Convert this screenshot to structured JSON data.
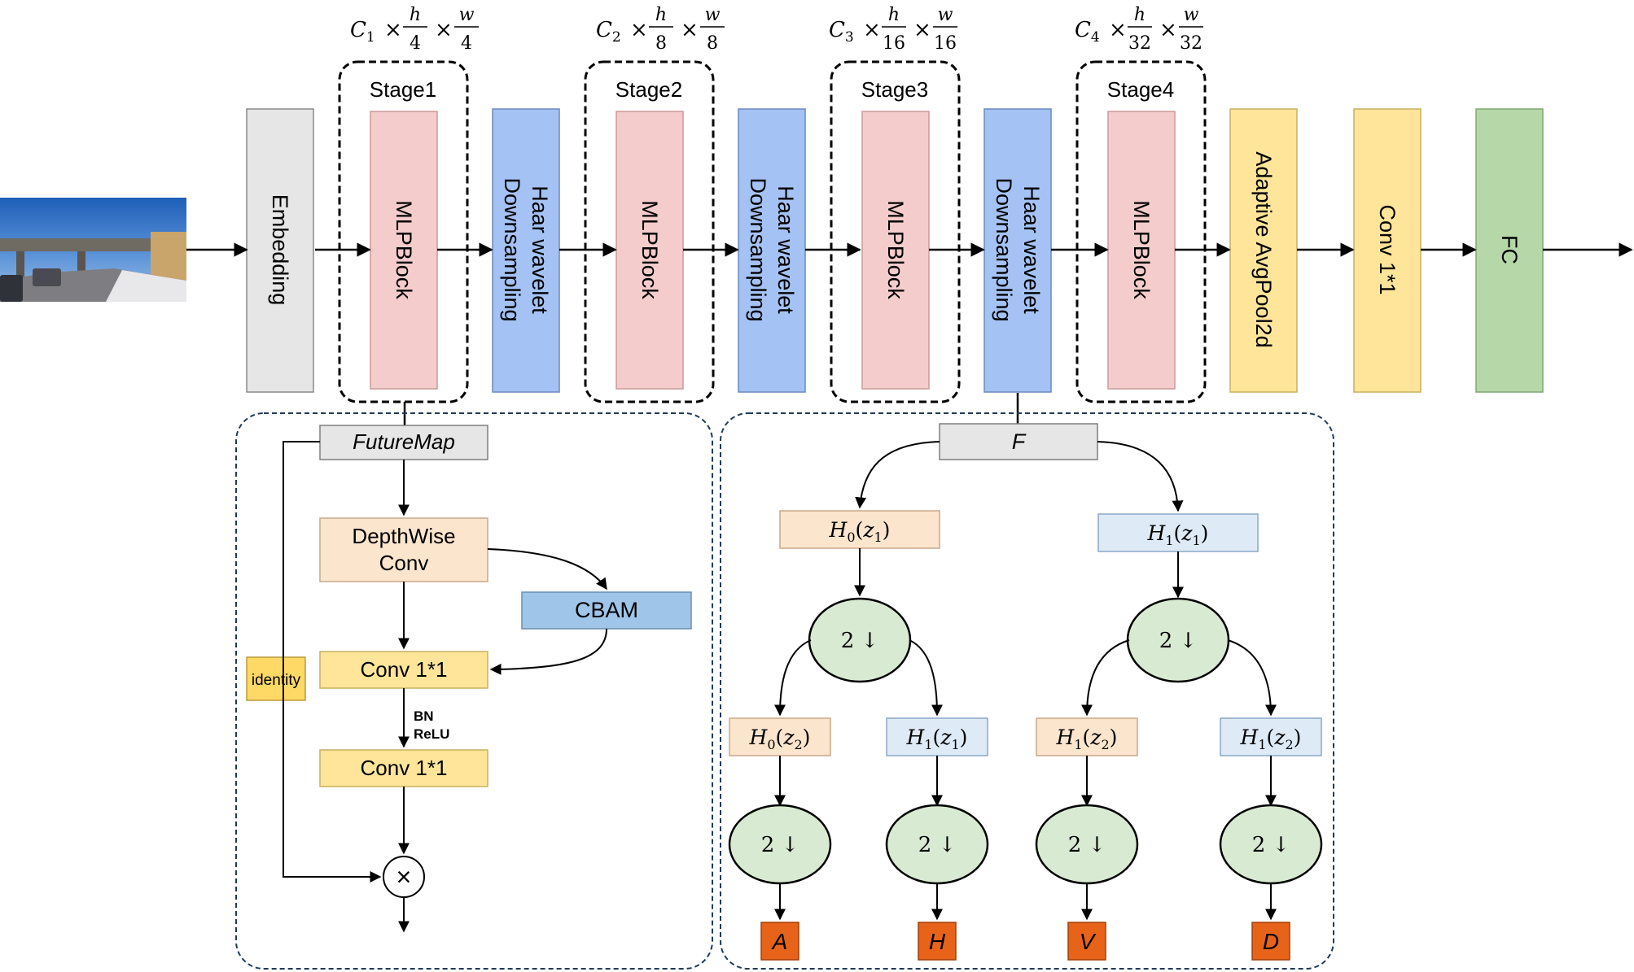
{
  "top": {
    "shapes": [
      {
        "c": "C",
        "c_sub": "1",
        "h_den": "4",
        "w_den": "4"
      },
      {
        "c": "C",
        "c_sub": "2",
        "h_den": "8",
        "w_den": "8"
      },
      {
        "c": "C",
        "c_sub": "3",
        "h_den": "16",
        "w_den": "16"
      },
      {
        "c": "C",
        "c_sub": "4",
        "h_den": "32",
        "w_den": "32"
      }
    ],
    "shape_h": "h",
    "shape_w": "w",
    "times": "×",
    "stages": [
      "Stage1",
      "Stage2",
      "Stage3",
      "Stage4"
    ],
    "blocks": {
      "embedding": "Embedding",
      "mlpblock": "MLPBlock",
      "haar_line1": "Haar wavelet",
      "haar_line2": "Downsampling",
      "avgpool": "Adaptive AvgPool2d",
      "conv": "Conv 1*1",
      "fc": "FC"
    }
  },
  "left_panel": {
    "feature_map": "FutureMap",
    "depthwise_line1": "DepthWise",
    "depthwise_line2": "Conv",
    "cbam": "CBAM",
    "conv1": "Conv 1*1",
    "bn": "BN",
    "relu": "ReLU",
    "conv2": "Conv 1*1",
    "identity": "identity",
    "multiply": "×"
  },
  "right_panel": {
    "f": "F",
    "level1": [
      {
        "h": "H",
        "sub": "0",
        "z": "z",
        "zsub": "1"
      },
      {
        "h": "H",
        "sub": "1",
        "z": "z",
        "zsub": "1"
      }
    ],
    "level2": [
      {
        "h": "H",
        "sub": "0",
        "z": "z",
        "zsub": "2"
      },
      {
        "h": "H",
        "sub": "1",
        "z": "z",
        "zsub": "1"
      },
      {
        "h": "H",
        "sub": "1",
        "z": "z",
        "zsub": "2"
      },
      {
        "h": "H",
        "sub": "1",
        "z": "z",
        "zsub": "2"
      }
    ],
    "downsample": "2 ↓",
    "outputs": [
      "A",
      "H",
      "V",
      "D"
    ]
  },
  "colors": {
    "embedding": "#e6e6e6",
    "mlp": "#f4cccc",
    "haar": "#a4c2f4",
    "yellow": "#ffe599",
    "fc": "#b6d7a8",
    "peach": "#fce5cd",
    "lightblue": "#deebf7",
    "cbam": "#9fc5e8",
    "identity": "#ffd966",
    "ellipse": "#d9ead3",
    "output": "#e8631a",
    "panel_border": "#1f3a5a"
  }
}
